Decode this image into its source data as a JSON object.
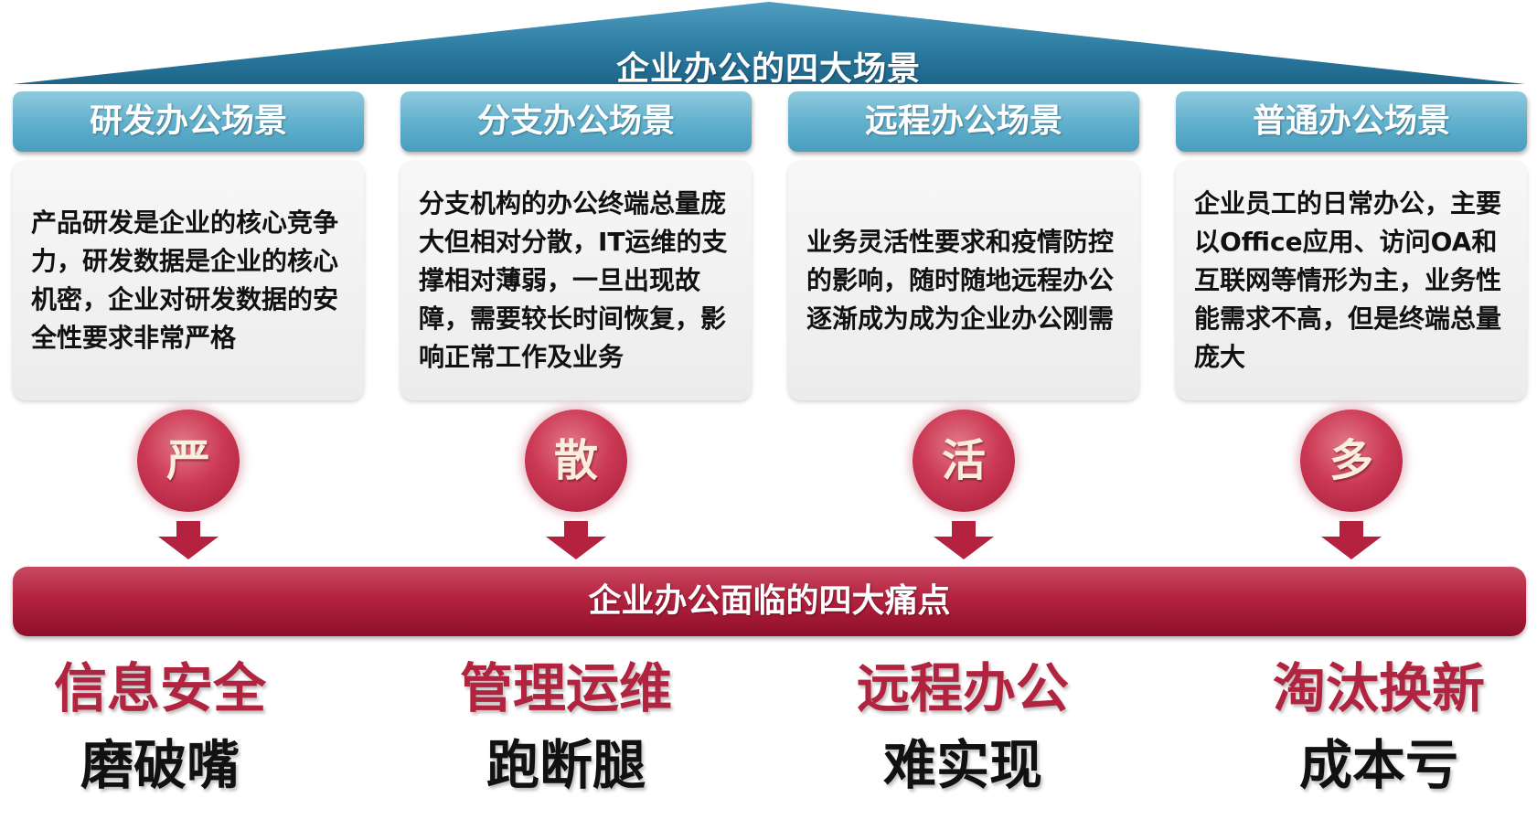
{
  "top_title": "企业办公的四大场景",
  "scenarios": [
    {
      "title": "研发办公场景",
      "description": "产品研发是企业的核心竞争力，研发数据是企业的核心机密，企业对研发数据的安全性要求非常严格",
      "keyword": "严"
    },
    {
      "title": "分支办公场景",
      "description": "分支机构的办公终端总量庞大但相对分散，IT运维的支撑相对薄弱，一旦出现故障，需要较长时间恢复，影响正常工作及业务",
      "keyword": "散"
    },
    {
      "title": "远程办公场景",
      "description": "业务灵活性要求和疫情防控的影响，随时随地远程办公逐渐成为成为企业办公刚需",
      "keyword": "活"
    },
    {
      "title": "普通办公场景",
      "description": "企业员工的日常办公，主要以Office应用、访问OA和互联网等情形为主，业务性能需求不高，但是终端总量庞大",
      "keyword": "多"
    }
  ],
  "band_title": "企业办公面临的四大痛点",
  "pain_points": [
    {
      "title": "信息安全",
      "subtitle": "磨破嘴"
    },
    {
      "title": "管理运维",
      "subtitle": "跑断腿"
    },
    {
      "title": "远程办公",
      "subtitle": "难实现"
    },
    {
      "title": "淘汰换新",
      "subtitle": "成本亏"
    }
  ],
  "colors": {
    "roof": "#2f7ea3",
    "header": "#5fafcc",
    "accent_red": "#b4223f",
    "box": "#efefef",
    "text": "#111111"
  }
}
